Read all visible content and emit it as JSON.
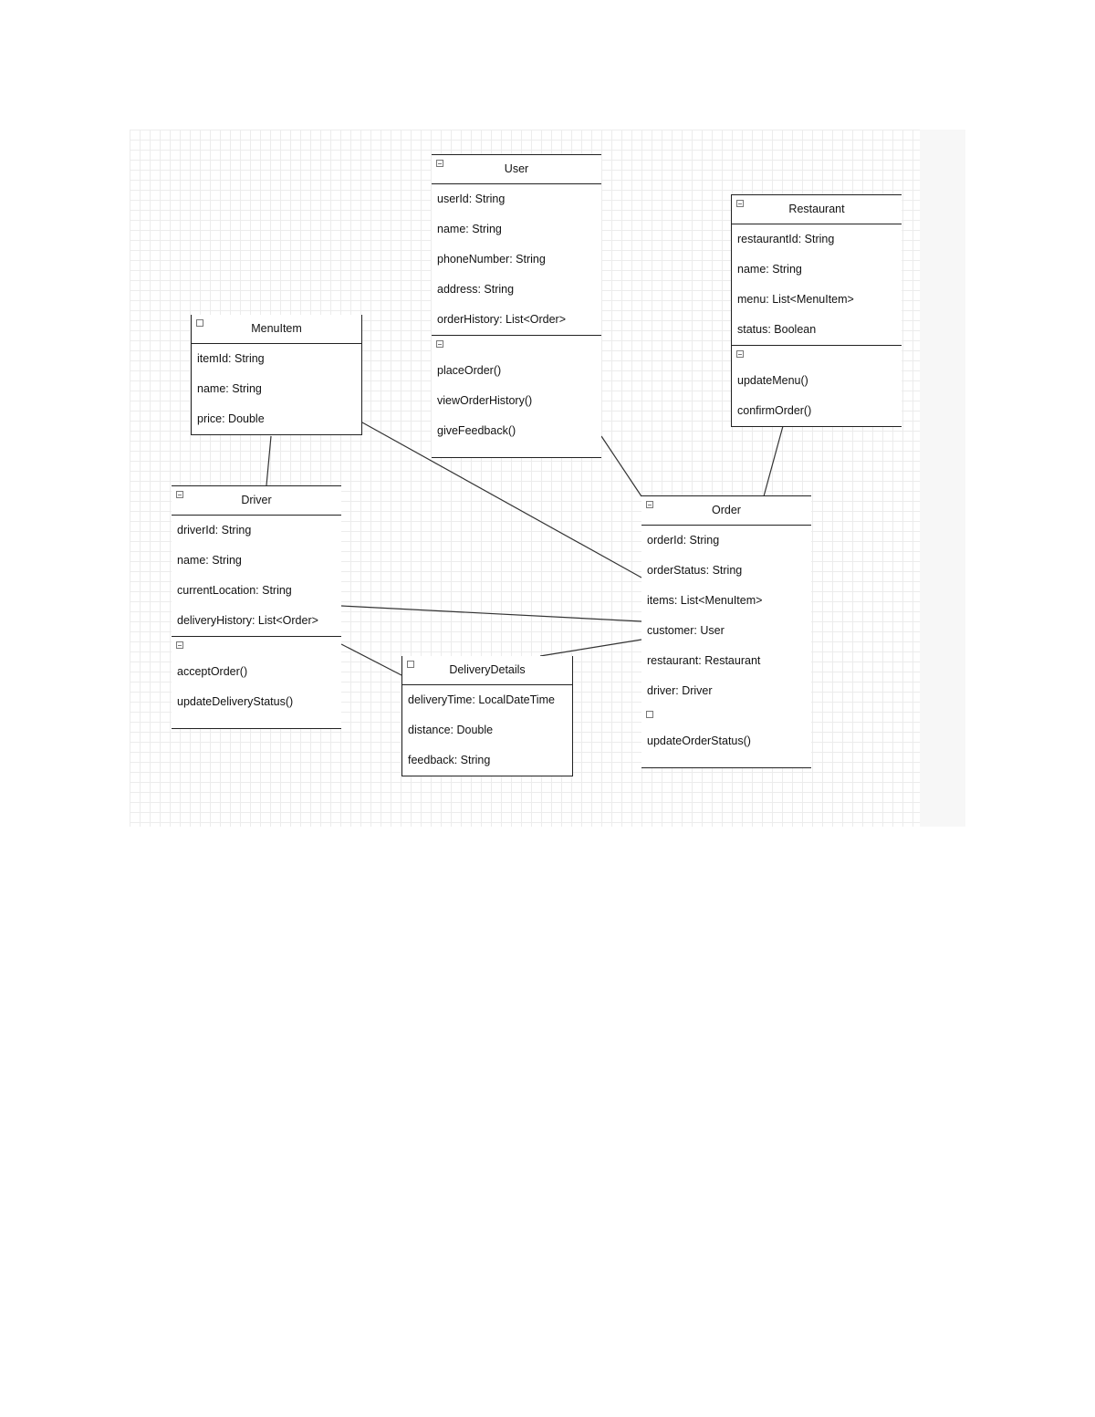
{
  "classes": {
    "user": {
      "name": "User",
      "attributes": [
        "userId: String",
        "name: String",
        "phoneNumber: String",
        "address: String",
        "orderHistory: List<Order>"
      ],
      "methods": [
        "placeOrder()",
        "viewOrderHistory()",
        "giveFeedback()"
      ]
    },
    "restaurant": {
      "name": "Restaurant",
      "attributes": [
        "restaurantId: String",
        "name: String",
        "menu: List<MenuItem>",
        "status: Boolean"
      ],
      "methods": [
        "updateMenu()",
        "confirmOrder()"
      ]
    },
    "menuitem": {
      "name": "MenuItem",
      "attributes": [
        "itemId: String",
        "name: String",
        "price: Double"
      ]
    },
    "driver": {
      "name": "Driver",
      "attributes": [
        "driverId: String",
        "name: String",
        "currentLocation: String",
        "deliveryHistory: List<Order>"
      ],
      "methods": [
        "acceptOrder()",
        "updateDeliveryStatus()"
      ]
    },
    "order": {
      "name": "Order",
      "attributes": [
        "orderId: String",
        "orderStatus: String",
        "items: List<MenuItem>",
        "customer: User",
        "restaurant: Restaurant",
        "driver: Driver"
      ],
      "methods": [
        "updateOrderStatus()"
      ]
    },
    "deliverydetails": {
      "name": "DeliveryDetails",
      "attributes": [
        "deliveryTime: LocalDateTime",
        "distance: Double",
        "feedback: String"
      ]
    }
  },
  "associations": [
    {
      "from": "User",
      "to": "Order"
    },
    {
      "from": "Restaurant",
      "to": "Order"
    },
    {
      "from": "MenuItem",
      "to": "Order"
    },
    {
      "from": "MenuItem",
      "to": "Driver"
    },
    {
      "from": "Driver",
      "to": "Order"
    },
    {
      "from": "Driver",
      "to": "DeliveryDetails"
    },
    {
      "from": "DeliveryDetails",
      "to": "Order"
    }
  ]
}
